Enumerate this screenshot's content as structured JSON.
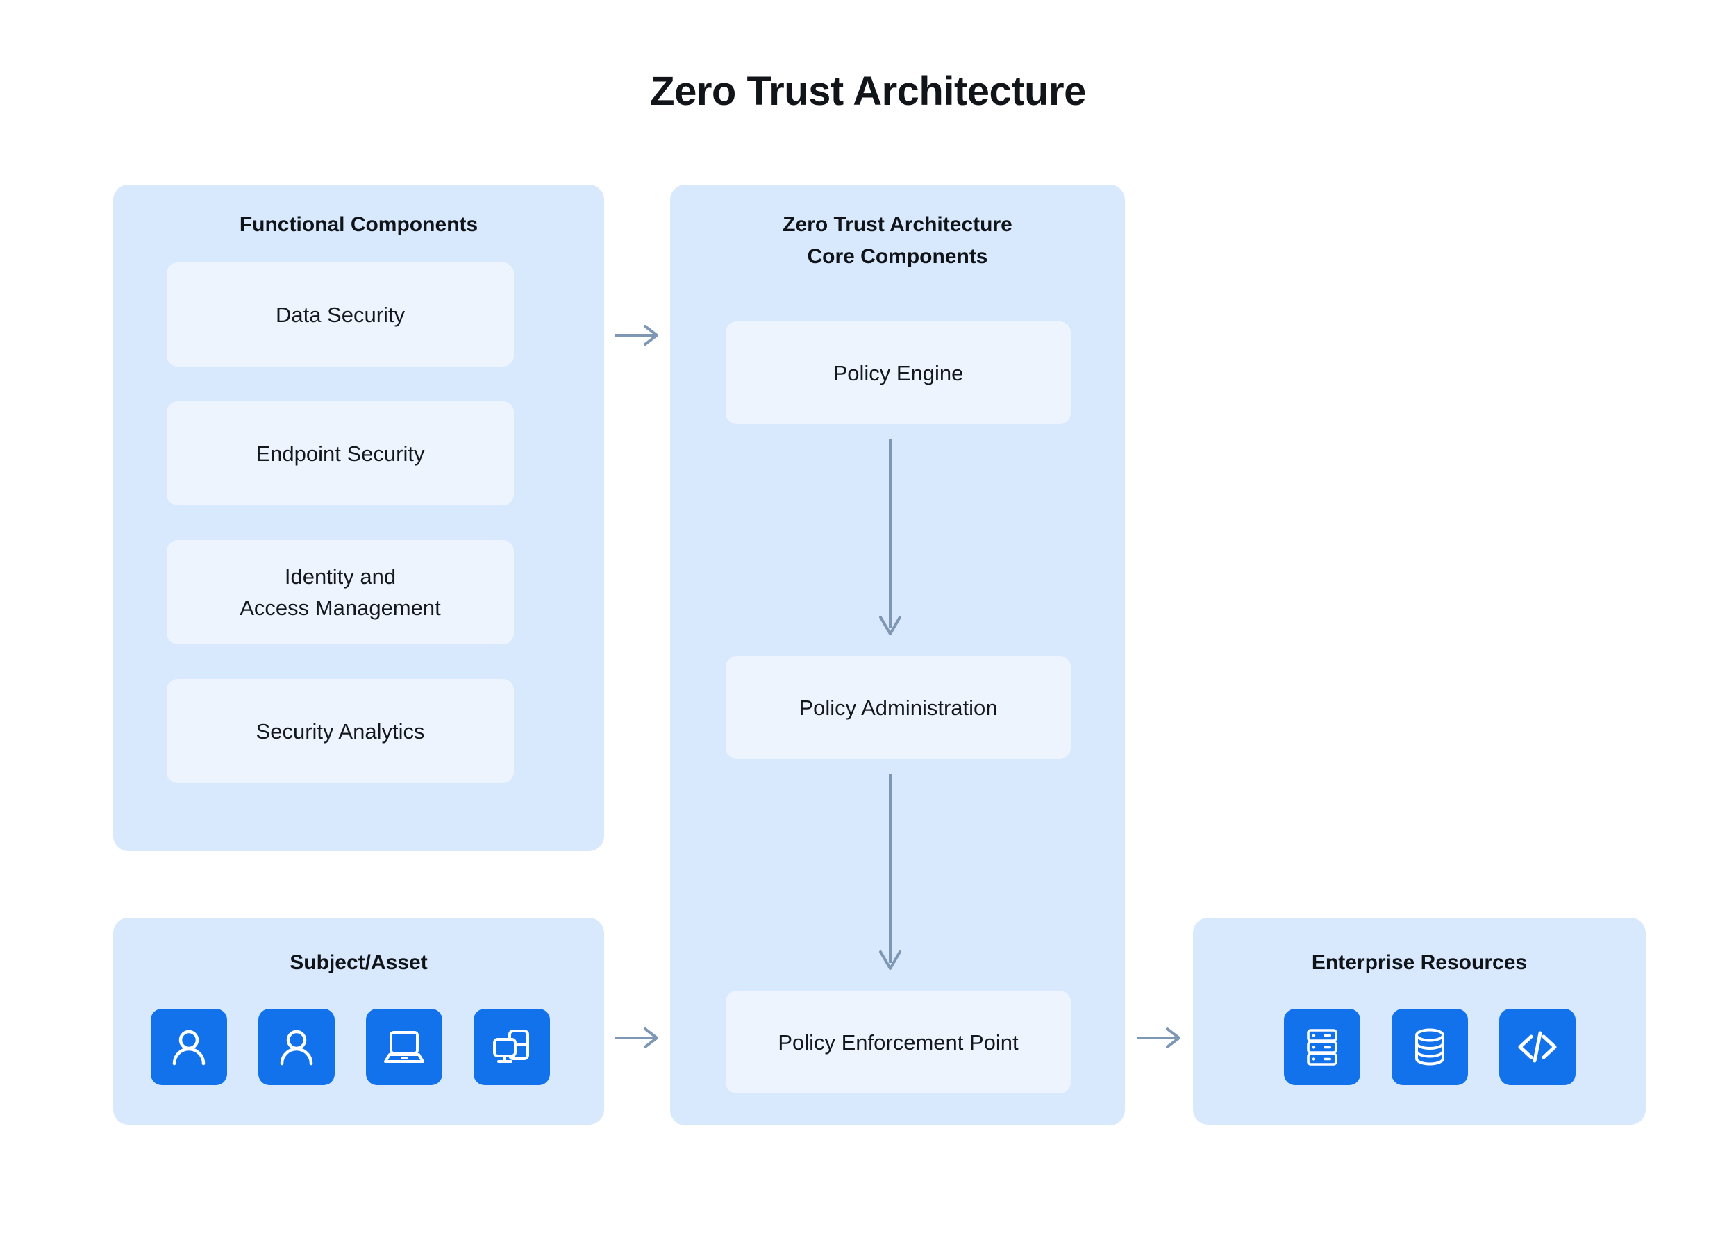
{
  "title": "Zero Trust Architecture",
  "colors": {
    "panel_bg": "#d8e8fd",
    "card_bg": "#edf4fd",
    "icon_tile": "#1272ec",
    "arrow": "#7d97b5",
    "text": "#101418",
    "page_bg": "#ffffff"
  },
  "panels": {
    "functional": {
      "title": "Functional Components",
      "cards": [
        {
          "label": "Data Security"
        },
        {
          "label": "Endpoint Security"
        },
        {
          "label": "Identity and\nAccess Management"
        },
        {
          "label": "Security Analytics"
        }
      ]
    },
    "core": {
      "title": "Zero Trust Architecture\nCore Components",
      "title_line1": "Zero Trust Architecture",
      "title_line2": "Core Components",
      "cards": [
        {
          "label": "Policy Engine"
        },
        {
          "label": "Policy Administration"
        },
        {
          "label": "Policy Enforcement Point"
        }
      ]
    },
    "subject": {
      "title": "Subject/Asset",
      "icons": [
        {
          "name": "user-icon"
        },
        {
          "name": "user-icon"
        },
        {
          "name": "laptop-icon"
        },
        {
          "name": "devices-icon"
        }
      ]
    },
    "resources": {
      "title": "Enterprise Resources",
      "icons": [
        {
          "name": "server-rack-icon"
        },
        {
          "name": "database-icon"
        },
        {
          "name": "code-icon"
        }
      ]
    }
  },
  "arrows": [
    {
      "name": "arrow-functional-to-core",
      "direction": "right"
    },
    {
      "name": "arrow-policy-engine-to-administration",
      "direction": "down"
    },
    {
      "name": "arrow-policy-administration-to-enforcement",
      "direction": "down"
    },
    {
      "name": "arrow-subject-to-core",
      "direction": "right"
    },
    {
      "name": "arrow-core-to-resources",
      "direction": "right"
    }
  ]
}
